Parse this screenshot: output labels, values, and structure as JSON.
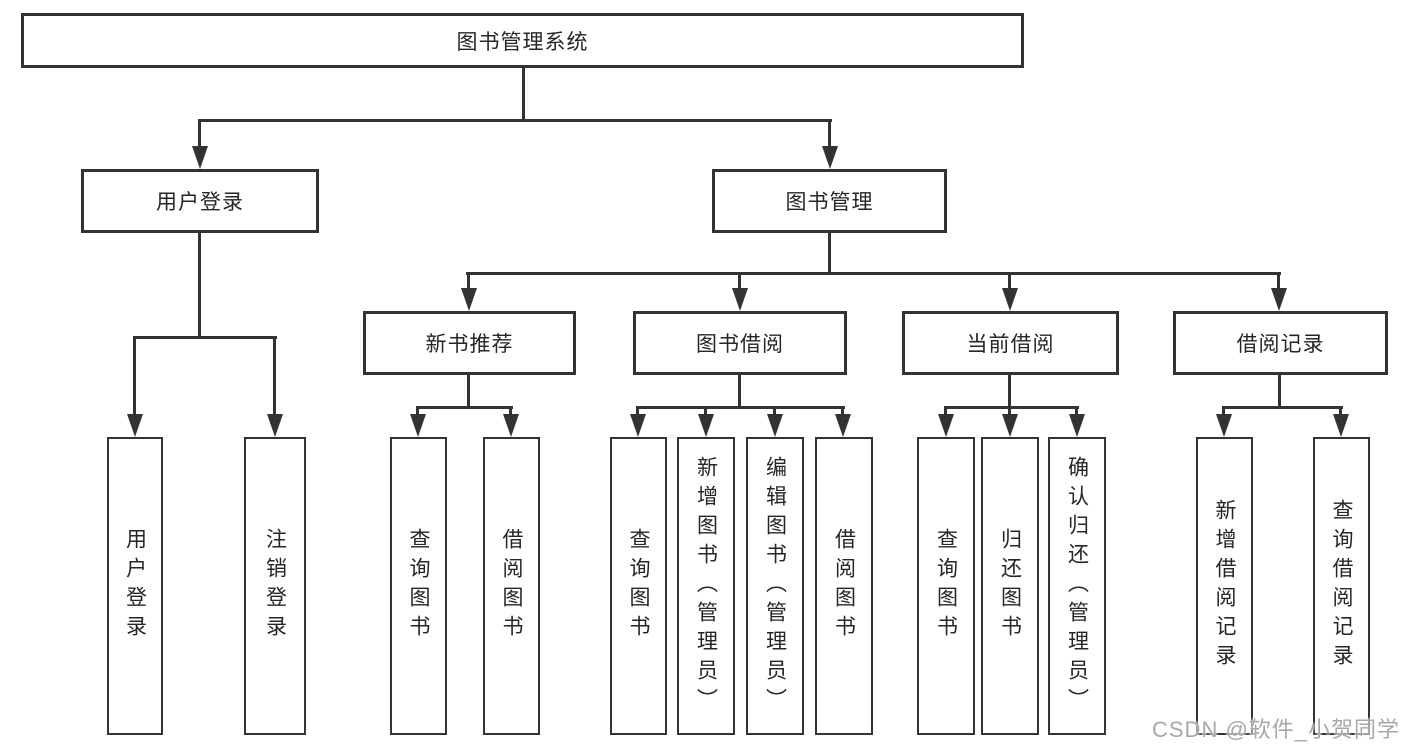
{
  "diagram": {
    "root": {
      "label": "图书管理系统"
    },
    "level2": [
      {
        "id": "user-login",
        "label": "用户登录"
      },
      {
        "id": "book-management",
        "label": "图书管理"
      }
    ],
    "level3": [
      {
        "id": "new-book-recommend",
        "label": "新书推荐"
      },
      {
        "id": "book-borrow",
        "label": "图书借阅"
      },
      {
        "id": "current-borrow",
        "label": "当前借阅"
      },
      {
        "id": "borrow-records",
        "label": "借阅记录"
      }
    ],
    "leaves": {
      "user_login": [
        {
          "label": "用户登录"
        },
        {
          "label": "注销登录"
        }
      ],
      "new_book_recommend": [
        {
          "label": "查询图书"
        },
        {
          "label": "借阅图书"
        }
      ],
      "book_borrow": [
        {
          "label": "查询图书"
        },
        {
          "label": "新增图书（管理员）"
        },
        {
          "label": "编辑图书（管理员）"
        },
        {
          "label": "借阅图书"
        }
      ],
      "current_borrow": [
        {
          "label": "查询图书"
        },
        {
          "label": "归还图书"
        },
        {
          "label": "确认归还（管理员）"
        }
      ],
      "borrow_records": [
        {
          "label": "新增借阅记录"
        },
        {
          "label": "查询借阅记录"
        }
      ]
    },
    "colors": {
      "line": "#333333",
      "text": "#262626",
      "box_background": "#ffffff",
      "watermark": "#a8a8a8"
    }
  },
  "watermark": {
    "text": "CSDN @软件_小贺同学"
  }
}
